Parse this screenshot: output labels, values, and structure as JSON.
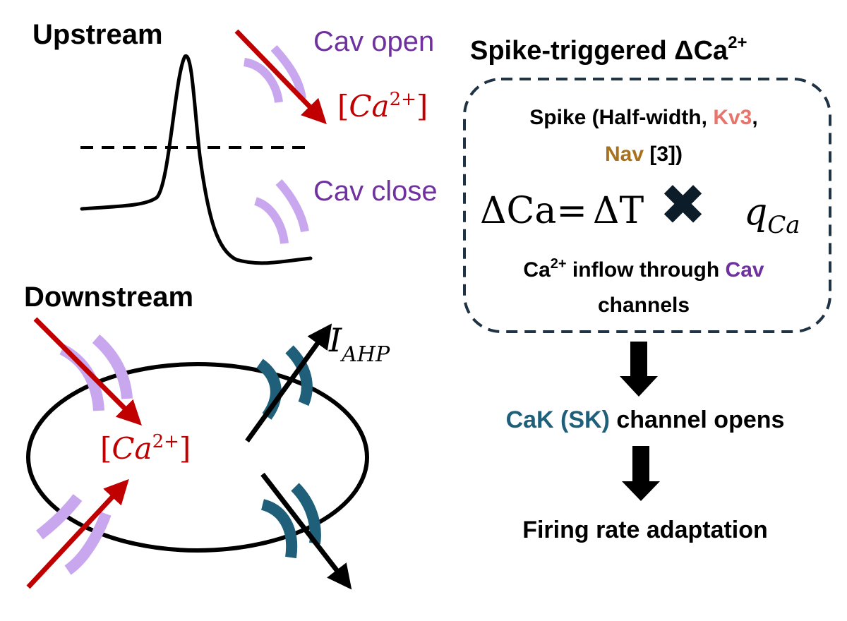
{
  "colors": {
    "black": "#000000",
    "purple": "#7030a0",
    "cav_lavender": "#c9a7ef",
    "red": "#c00000",
    "teal": "#1f5f7a",
    "salmon": "#e8746c",
    "brown": "#a8711e",
    "dashed_box": "#1f3344"
  },
  "upstream": {
    "title": "Upstream",
    "cav_open": "Cav open",
    "cav_close": "Cav close",
    "ca_bracket_open": "[",
    "ca_base": "Ca",
    "ca_sup": "2+",
    "ca_bracket_close": "]"
  },
  "downstream": {
    "title": "Downstream",
    "ca_bracket_open": "[",
    "ca_base": "Ca",
    "ca_sup": "2+",
    "ca_bracket_close": "]",
    "iahp_base": "I",
    "iahp_sub": "AHP"
  },
  "right": {
    "title_prefix": "Spike-triggered ",
    "title_delta_ca": "ΔCa",
    "title_sup": "2+",
    "box": {
      "spike_line1_a": "Spike (Half-width, ",
      "spike_line1_kv3": "Kv3",
      "spike_line1_comma": ",",
      "spike_line2_nav": "Nav",
      "spike_line2_rest": " [3])",
      "eq_lhs": "ΔCa",
      "eq_equals": "=",
      "eq_dt": "ΔT",
      "eq_times": "✖",
      "eq_q": "q",
      "eq_q_sub": "Ca",
      "inflow_ca": "Ca",
      "inflow_sup": "2+",
      "inflow_mid": " inflow through ",
      "inflow_cav": "Cav",
      "inflow_line2": "channels"
    },
    "cak_colored": "CaK (SK)",
    "cak_rest": " channel opens",
    "firing": "Firing rate adaptation"
  }
}
